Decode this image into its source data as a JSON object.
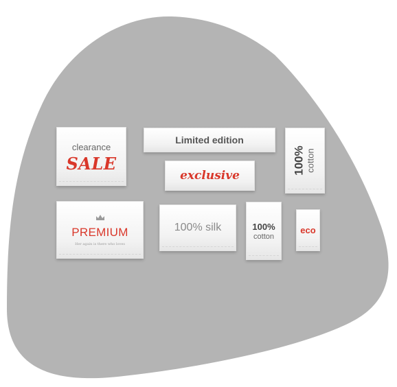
{
  "background": {
    "blob_color": "#b4b4b4",
    "page_color": "#ffffff"
  },
  "accent_color": "#d9372a",
  "labels": {
    "sale": {
      "line1": "clearance",
      "line2": "SALE"
    },
    "limited": {
      "text": "Limited edition"
    },
    "exclusive": {
      "text": "exclusive"
    },
    "cotton_vertical": {
      "line1": "100%",
      "line2": "cotton"
    },
    "premium": {
      "crown_icon": "crown-icon",
      "title": "PREMIUM",
      "tagline": "Her again is there who loves"
    },
    "silk": {
      "text": "100% silk"
    },
    "cotton": {
      "line1": "100%",
      "line2": "cotton"
    },
    "eco": {
      "text": "eco"
    }
  }
}
